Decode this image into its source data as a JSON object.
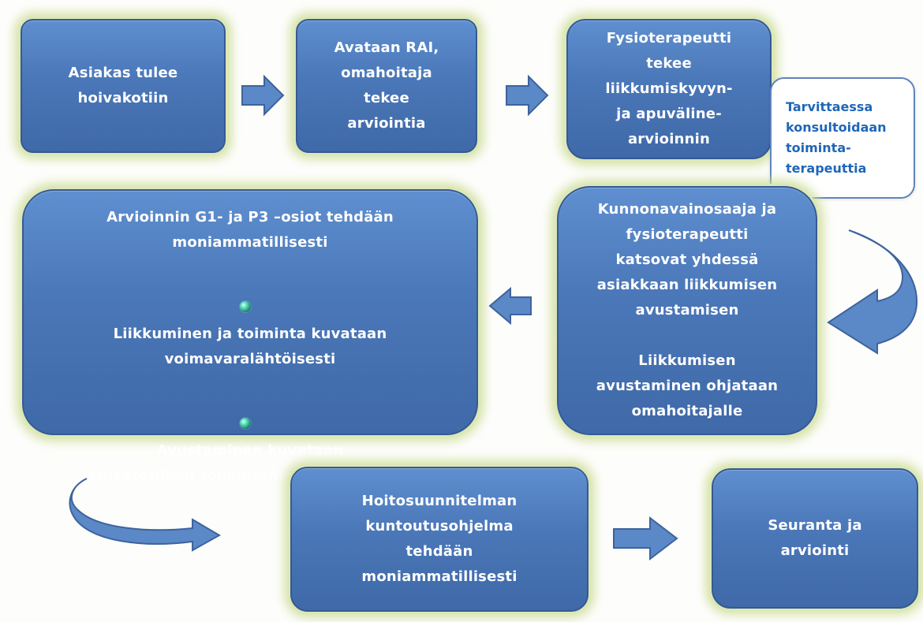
{
  "diagram": {
    "boxes": {
      "step1": "Asiakas tulee\nhoivakotiin",
      "step2": "Avataan RAI,\nomahoitaja\ntekee\narviointia",
      "step3": "Fysioterapeutti\ntekee\nliikkumiskyvyn-\nja apuväline-\narvioinnin",
      "note": "Tarvittaessa\nkonsultoidaan\ntoiminta-\nterapeuttia",
      "step4": "Kunnonavainosaaja ja\nfysioterapeutti\nkatsovat yhdessä\nasiakkaan liikkumisen\navustamisen\n\nLiikkumisen\navustaminen ohjataan\nomahoitajalle",
      "step5": {
        "title": "Arvioinnin G1- ja P3 –osiot tehdään\nmoniammatillisesti",
        "bullets": [
          "Liikkuminen ja toiminta kuvataan\nvoimavaralähtöisesti",
          "Avustaminen kuvataan\nkinestetiikan toimintamallin mukaisesti"
        ]
      },
      "step6": "Hoitosuunnitelman\nkuntoutusohjelma\ntehdään\nmoniammatillisesti",
      "step7": "Seuranta ja\narviointi"
    },
    "colors": {
      "box_blue": "#4b78b9",
      "box_glow": "#dde7b5",
      "note_text": "#1f66b8",
      "arrow_fill": "#5b88c6"
    }
  }
}
